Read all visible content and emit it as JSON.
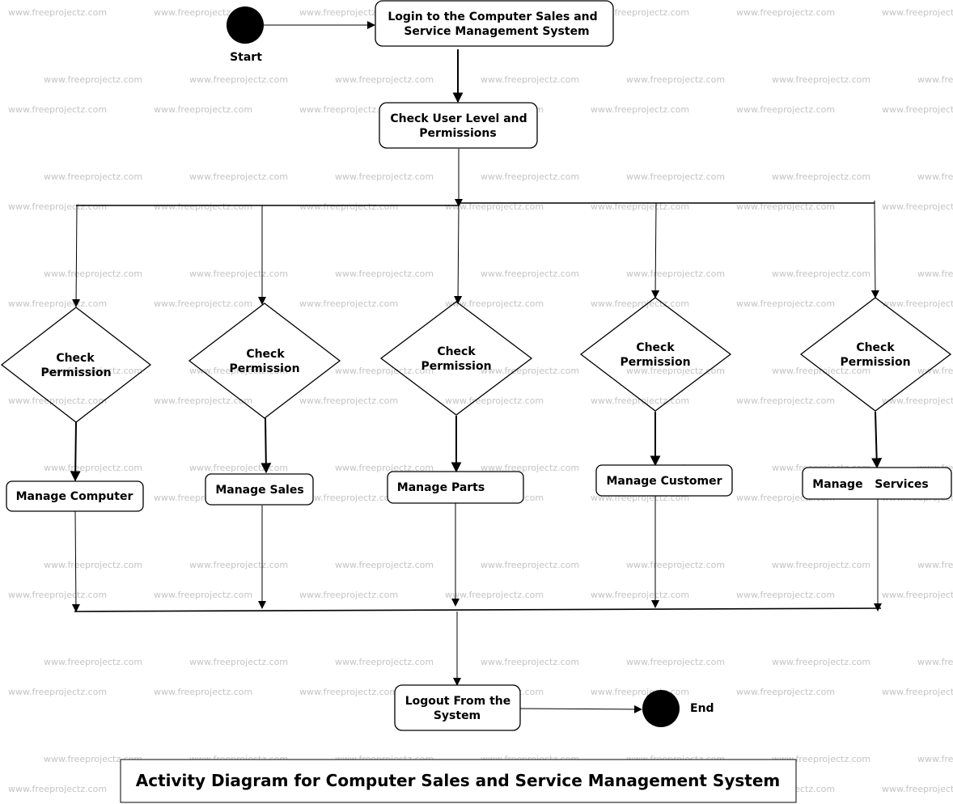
{
  "watermark": "www.freeprojectz.com",
  "start_label": "Start",
  "end_label": "End",
  "login": {
    "line1": "Login to the Computer Sales and",
    "line2": "Service Management System"
  },
  "check_level": {
    "line1": "Check User Level and",
    "line2": "Permissions"
  },
  "decisions": [
    {
      "line1": "Check",
      "line2": "Permission"
    },
    {
      "line1": "Check",
      "line2": "Permission"
    },
    {
      "line1": "Check",
      "line2": "Permission"
    },
    {
      "line1": "Check",
      "line2": "Permission"
    },
    {
      "line1": "Check",
      "line2": "Permission"
    }
  ],
  "actions": [
    {
      "label": "Manage Computer"
    },
    {
      "label": "Manage Sales"
    },
    {
      "label": "Manage Parts"
    },
    {
      "label": "Manage Customer"
    },
    {
      "label": "Manage   Services"
    }
  ],
  "logout": {
    "line1": "Logout From the",
    "line2": "System"
  },
  "title": "Activity Diagram for Computer Sales and Service Management System"
}
